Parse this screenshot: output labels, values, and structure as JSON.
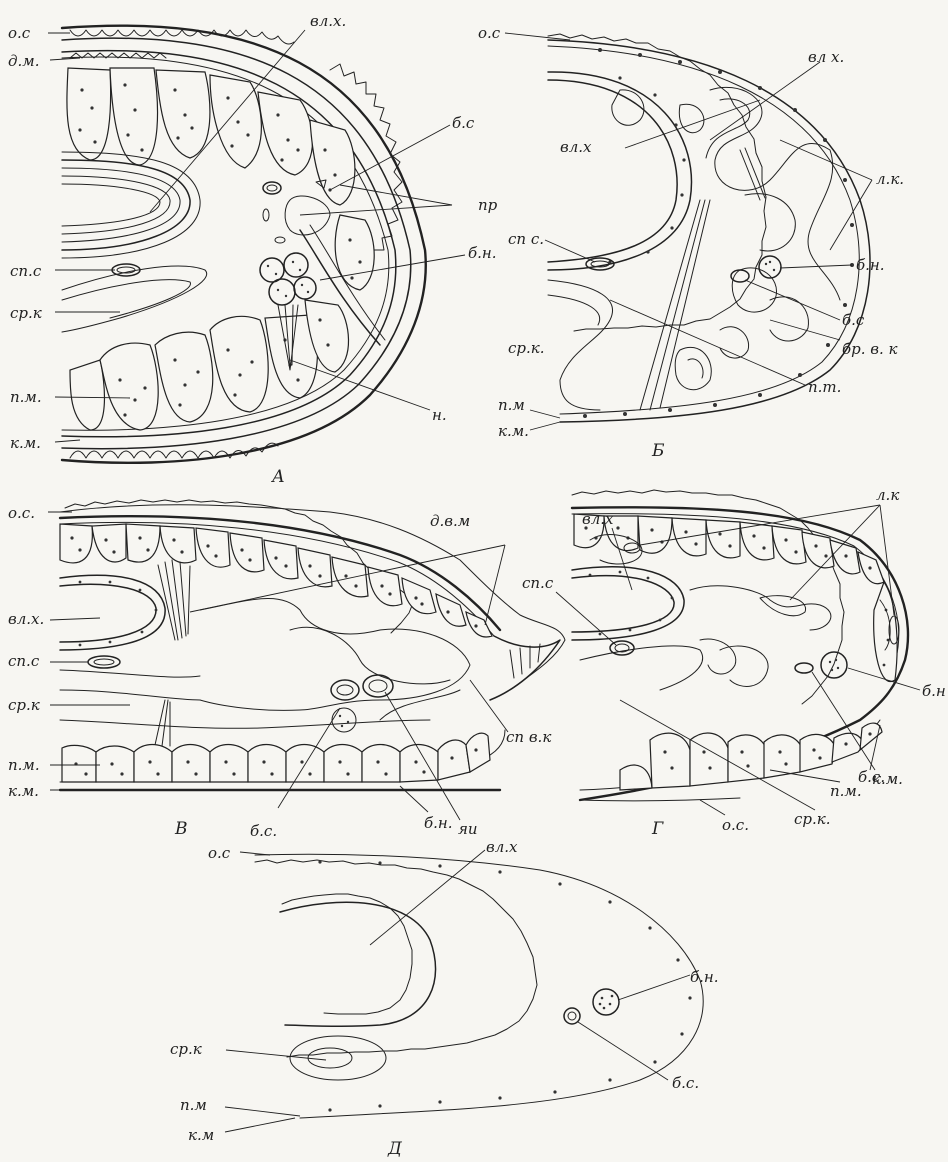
{
  "panels": {
    "A": {
      "letter": "А",
      "labels": {
        "os": "о.с",
        "dm": "д.м.",
        "vlh": "вл.х.",
        "bs": "б.с",
        "pr": "пр",
        "spc": "сп.с",
        "bn": "б.н.",
        "srk": "ср.к",
        "pm": "п.м.",
        "n": "н.",
        "km": "к.м."
      }
    },
    "B": {
      "letter": "Б",
      "labels": {
        "os": "о.с",
        "vlh_top": "вл х.",
        "vlh": "вл.х",
        "lk": "л.к.",
        "spc": "сп с.",
        "bn": "б.н.",
        "bs": "б.с",
        "brvk": "бр. в. к",
        "srk": "ср.к.",
        "pt": "п.т.",
        "pm": "п.м",
        "km": "к.м."
      }
    },
    "V": {
      "letter": "В",
      "labels": {
        "os": "о.с.",
        "dvm": "д.в.м",
        "vlh": "вл.х.",
        "spc": "сп.с",
        "srk": "ср.к",
        "pm": "п.м.",
        "km": "к.м.",
        "spvk": "сп в.к",
        "yai": "яи",
        "bs": "б.с.",
        "bn": "б.н."
      }
    },
    "G": {
      "letter": "Г",
      "labels": {
        "vlh": "вл.х",
        "lk": "л.к",
        "spc": "сп.с",
        "bn": "б.н",
        "bs": "б.с.",
        "km": "к.м.",
        "pm": "п.м.",
        "srk": "ср.к.",
        "os": "о.с."
      }
    },
    "D": {
      "letter": "Д",
      "labels": {
        "os": "о.с",
        "vlh": "вл.х",
        "bn": "б.н.",
        "srk": "ср.к",
        "bs": "б.с.",
        "pm": "п.м",
        "km": "к.м"
      }
    }
  }
}
